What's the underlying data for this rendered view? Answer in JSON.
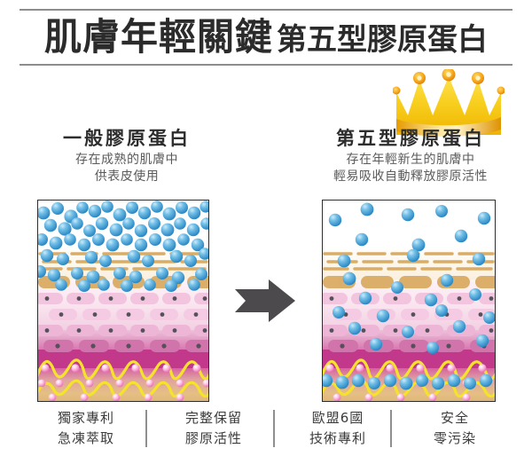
{
  "header": {
    "title_main": "肌膚年輕關鍵",
    "title_sub": "第五型膠原蛋白"
  },
  "columns": {
    "left": {
      "heading": "一般膠原蛋白",
      "sub_line1": "存在成熟的肌膚中",
      "sub_line2": "供表皮使用"
    },
    "right": {
      "heading": "第五型膠原蛋白",
      "sub_line1": "存在年輕新生的肌膚中",
      "sub_line2": "輕易吸收自動釋放膠原活性"
    }
  },
  "icons": {
    "crown": "crown-icon",
    "arrow": "right-arrow-icon"
  },
  "footer": {
    "cells": [
      {
        "line1": "獨家專利",
        "line2": "急凍萃取"
      },
      {
        "line1": "完整保留",
        "line2": "膠原活性"
      },
      {
        "line1": "歐盟6國",
        "line2": "技術專利"
      },
      {
        "line1": "安全",
        "line2": "零污染"
      }
    ]
  },
  "colors": {
    "rule": "#8d8d8d",
    "title": "#2b2b2b",
    "subtext": "#5b5b5b",
    "crown_gold": "#f5c518",
    "crown_gold_dark": "#e8a000",
    "arrow": "#4d4a4d",
    "sphere_blue": "#4aa8dc",
    "collagen_yellow": "#f5e32a",
    "horn_tan": "#d9a95f",
    "cell_pink": "#e9a7cd",
    "dermis_magenta": "#c2398b"
  }
}
